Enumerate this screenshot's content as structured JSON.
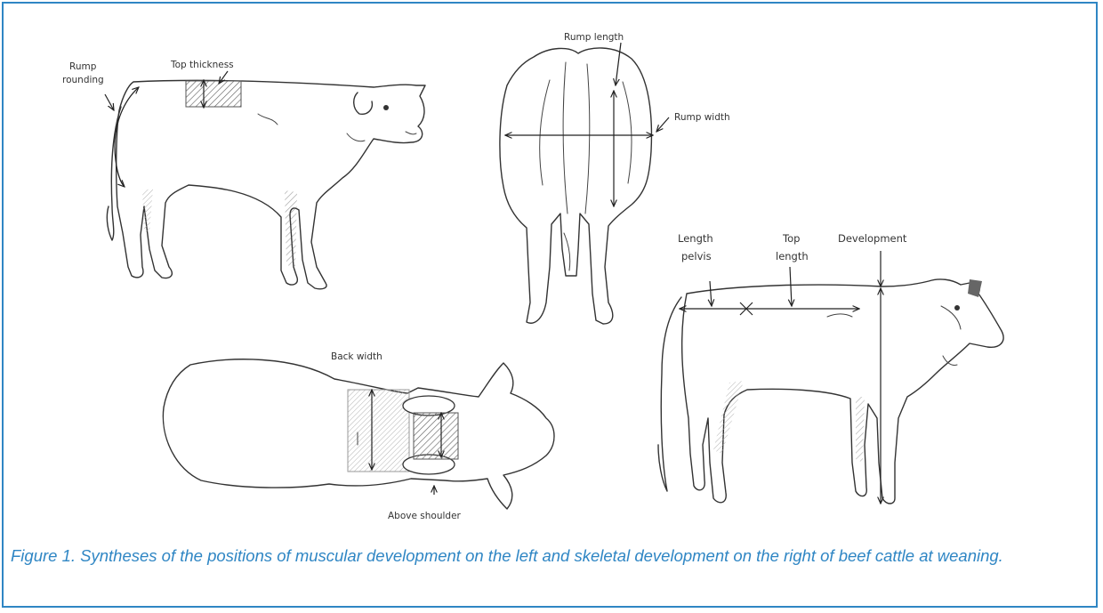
{
  "labels": {
    "rump_rounding": [
      "Rump",
      "rounding"
    ],
    "top_thickness": "Top thickness",
    "rump_length": "Rump length",
    "rump_width": "Rump width",
    "back_width": "Back width",
    "above_shoulder": "Above shoulder",
    "length_pelvis": [
      "Length",
      "pelvis"
    ],
    "top_length": [
      "Top",
      "length"
    ],
    "development": "Development"
  },
  "caption": "Figure 1. Syntheses of the positions of muscular development on the left and skeletal development on the right of beef cattle at weaning.",
  "colors": {
    "border": "#2f86c4",
    "caption": "#2f86c4",
    "hatch": "#7a7a7a",
    "ink": "#333333"
  }
}
